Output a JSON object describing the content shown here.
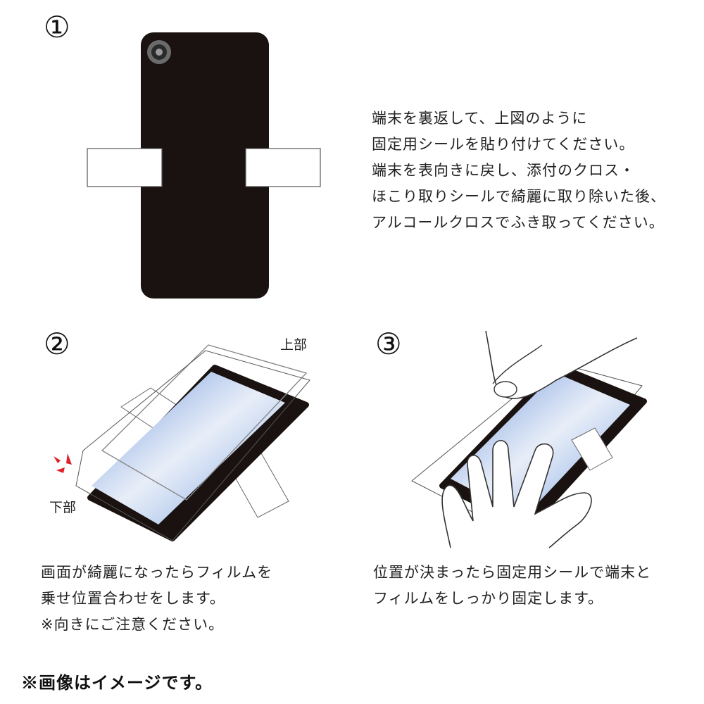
{
  "step1": {
    "number": "①",
    "lines": [
      "端末を裏返して、上図のように",
      "固定用シールを貼り付けてください。",
      "端末を表向きに戻し、添付のクロス・",
      "ほこり取りシールで綺麗に取り除いた後、",
      "アルコールクロスでふき取ってください。"
    ]
  },
  "step2": {
    "number": "②",
    "label_top": "上部",
    "label_bottom": "下部",
    "lines": [
      "画面が綺麗になったらフィルムを",
      "乗せ位置合わせをします。",
      "※向きにご注意ください。"
    ]
  },
  "step3": {
    "number": "③",
    "lines": [
      "位置が決まったら固定用シールで端末と",
      "フィルムをしっかり固定します。"
    ]
  },
  "footer": "※画像はイメージです。",
  "colors": {
    "phone": "#1a1210",
    "screen_blue": "#7fa6e0",
    "alert_red": "#e0202a"
  }
}
